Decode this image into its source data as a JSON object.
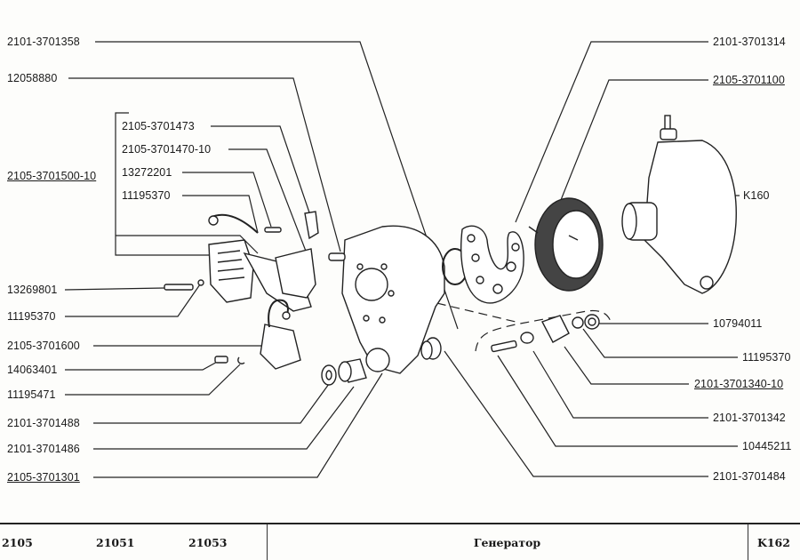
{
  "diagram": {
    "title": "Генератор",
    "page_code": "K162",
    "models": [
      "2105",
      "21051",
      "21053"
    ],
    "left_labels": [
      {
        "text": "2101-3701358",
        "underline": false
      },
      {
        "text": "12058880",
        "underline": false
      },
      {
        "text": "2105-3701500-10",
        "underline": true
      },
      {
        "text": "13269801",
        "underline": false
      },
      {
        "text": "11195370",
        "underline": false
      },
      {
        "text": "2105-3701600",
        "underline": false
      },
      {
        "text": "14063401",
        "underline": false
      },
      {
        "text": "11195471",
        "underline": false
      },
      {
        "text": "2101-3701488",
        "underline": false
      },
      {
        "text": "2101-3701486",
        "underline": false
      },
      {
        "text": "2105-3701301",
        "underline": true
      }
    ],
    "bracket_labels": [
      {
        "text": "2105-3701473"
      },
      {
        "text": "2105-3701470-10"
      },
      {
        "text": "13272201"
      },
      {
        "text": "11195370"
      }
    ],
    "right_labels": [
      {
        "text": "2101-3701314",
        "underline": false
      },
      {
        "text": "2105-3701100",
        "underline": true
      },
      {
        "text": "K160",
        "underline": false
      },
      {
        "text": "10794011",
        "underline": false
      },
      {
        "text": "11195370",
        "underline": false
      },
      {
        "text": "2101-3701340-10",
        "underline": true
      },
      {
        "text": "2101-3701342",
        "underline": false
      },
      {
        "text": "10445211",
        "underline": false
      },
      {
        "text": "2101-3701484",
        "underline": false
      }
    ]
  }
}
